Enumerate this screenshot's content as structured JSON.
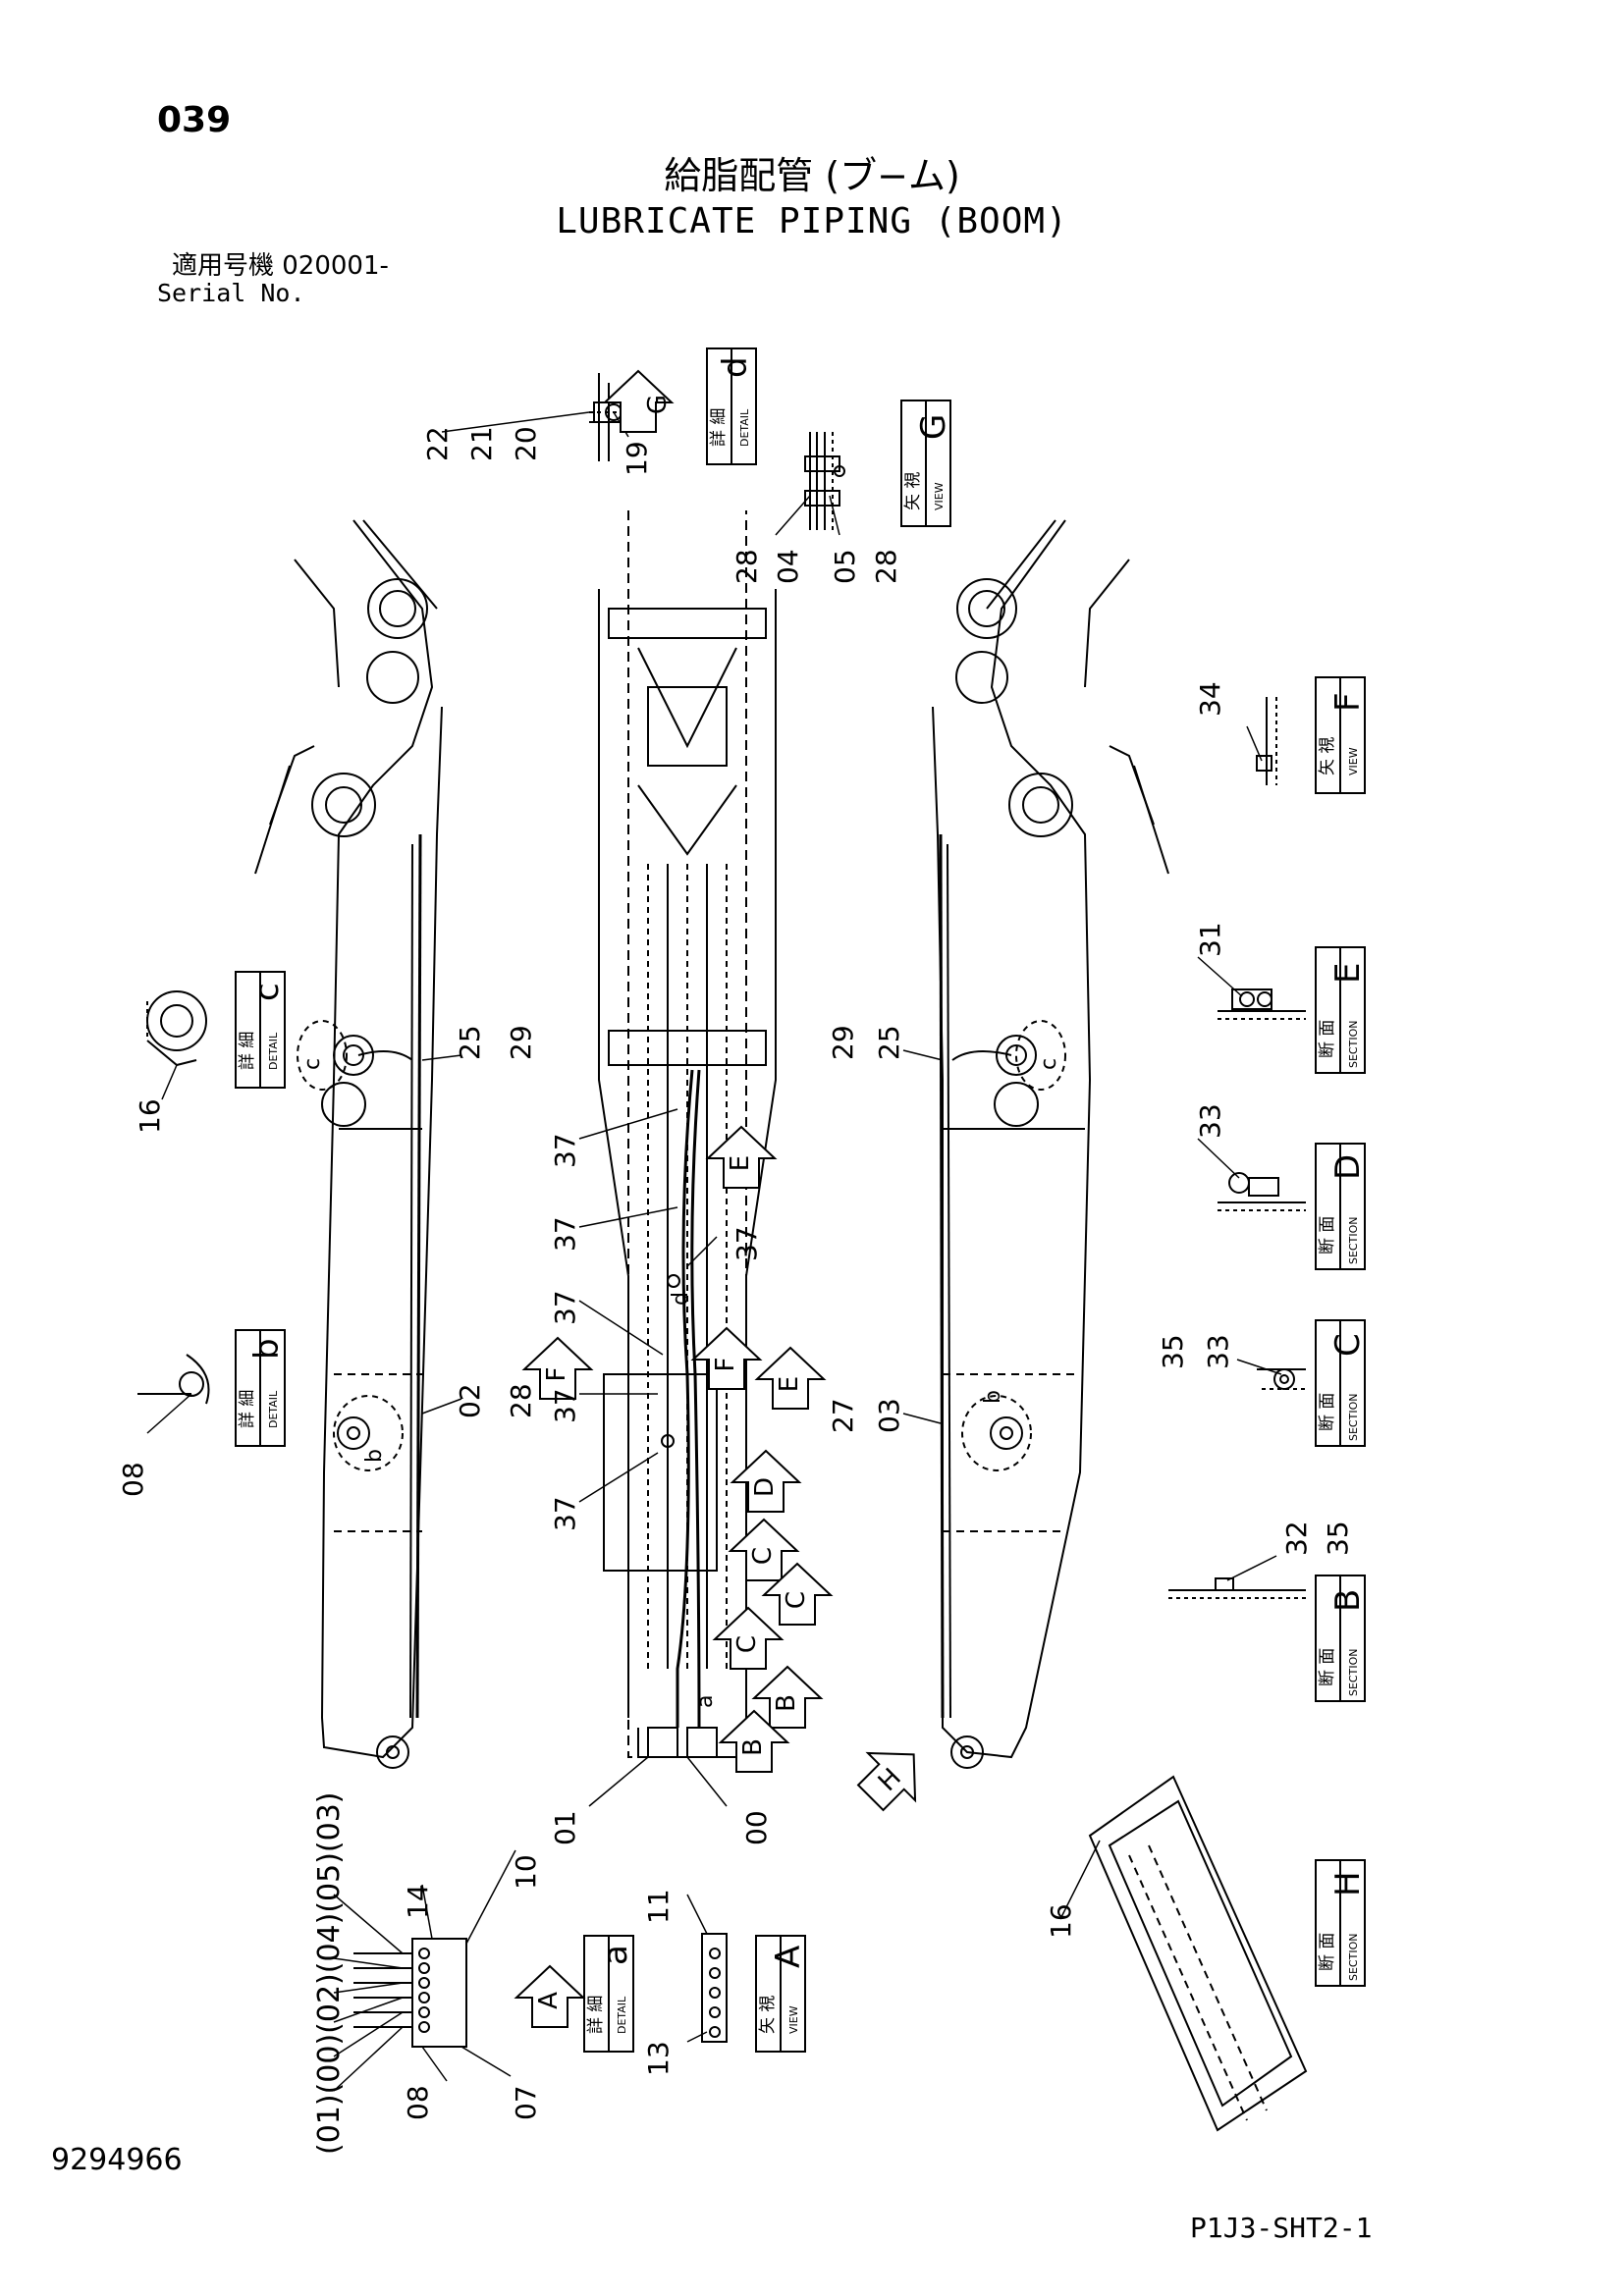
{
  "header": {
    "page_number": "039",
    "title_jp": "給脂配管 (ブ−ム)",
    "title_en": "LUBRICATE PIPING (BOOM)",
    "serial_label_jp": "適用号機  020001-",
    "serial_label_en": "Serial No."
  },
  "footer": {
    "doc_number": "9294966",
    "sheet_ref": "P1J3-SHT2-1"
  },
  "boxes": {
    "detail_d": {
      "jp": "詳 細",
      "en": "DETAIL",
      "letter": "d"
    },
    "view_g": {
      "jp": "矢 視",
      "en": "VIEW",
      "letter": "G"
    },
    "view_f": {
      "jp": "矢 視",
      "en": "VIEW",
      "letter": "F"
    },
    "detail_c": {
      "jp": "詳 細",
      "en": "DETAIL",
      "letter": "c"
    },
    "section_e": {
      "jp": "断 面",
      "en": "SECTION",
      "letter": "E"
    },
    "section_d": {
      "jp": "断 面",
      "en": "SECTION",
      "letter": "D"
    },
    "detail_b": {
      "jp": "詳 細",
      "en": "DETAIL",
      "letter": "b"
    },
    "section_c": {
      "jp": "断 面",
      "en": "SECTION",
      "letter": "C"
    },
    "section_b": {
      "jp": "断 面",
      "en": "SECTION",
      "letter": "B"
    },
    "detail_a": {
      "jp": "詳 細",
      "en": "DETAIL",
      "letter": "a"
    },
    "view_a": {
      "jp": "矢 視",
      "en": "VIEW",
      "letter": "A"
    },
    "section_h": {
      "jp": "断 面",
      "en": "SECTION",
      "letter": "H"
    }
  },
  "part_labels": {
    "top_d": [
      "22",
      "21",
      "20",
      "19"
    ],
    "top_g": [
      "28",
      "04",
      "05",
      "28"
    ],
    "view_f": "34",
    "section_e": "31",
    "section_d": "33",
    "section_c": [
      "35",
      "33"
    ],
    "section_b": [
      "32",
      "35"
    ],
    "left_c": "16",
    "left_b": "08",
    "boom_left": [
      "25",
      "29",
      "02",
      "28"
    ],
    "boom_right": [
      "29",
      "25",
      "27",
      "03"
    ],
    "center": [
      "37",
      "37",
      "37",
      "37",
      "37",
      "37"
    ],
    "bottom_center": [
      "01",
      "00"
    ],
    "manifold": [
      "14",
      "10",
      "08",
      "07"
    ],
    "manifold_ports": "(01)(00)(02)(04)(05)(03)",
    "view_a": [
      "11",
      "13"
    ],
    "section_h": "16"
  },
  "arrows": {
    "e1": "E",
    "e2": "E",
    "f1": "F",
    "f2": "F",
    "d1": "D",
    "c1": "C",
    "c2": "C",
    "c3": "C",
    "b1": "B",
    "b2": "B",
    "h1": "H",
    "a1": "A",
    "g1": "G"
  },
  "callouts": {
    "c_left": "c",
    "c_right": "c",
    "b_left": "b",
    "b_right": "b",
    "d_center": "d",
    "a_center": "a"
  }
}
